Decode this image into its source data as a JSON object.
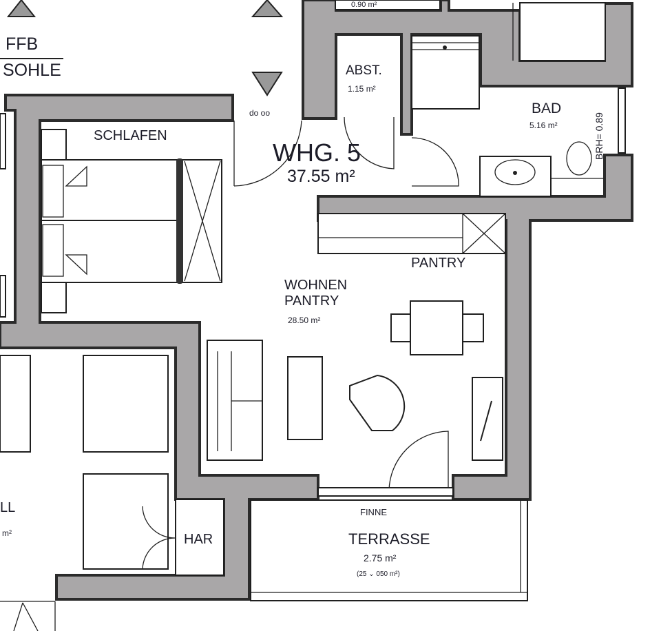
{
  "legend": {
    "ffb": "FFB",
    "sohle": "SOHLE",
    "elevation_note": "do oo"
  },
  "unit": {
    "label": "WHG. 5",
    "area": "37.55 m²"
  },
  "rooms": {
    "schlafen": {
      "name": "SCHLAFEN"
    },
    "abst": {
      "name": "ABST.",
      "area": "1.15 m²"
    },
    "bad": {
      "name": "BAD",
      "area": "5.16 m²",
      "window_note": "BRH= 0.89"
    },
    "pantry": {
      "name": "PANTRY"
    },
    "wohnen": {
      "name": "WOHNEN",
      "name2": "PANTRY",
      "area": "28.50 m²"
    },
    "terrasse": {
      "name": "TERRASSE",
      "area": "2.75 m²",
      "note": "(25 ⌄ 050 m²)",
      "door_note": "FINNE"
    },
    "har": {
      "name": "HAR"
    },
    "neighbor": {
      "name_fragment": "LL",
      "area_fragment": "m²",
      "top_area_fragment": "0.90 m²"
    }
  },
  "colors": {
    "wall": "#a9a7a8",
    "outline": "#2b2b2b"
  }
}
